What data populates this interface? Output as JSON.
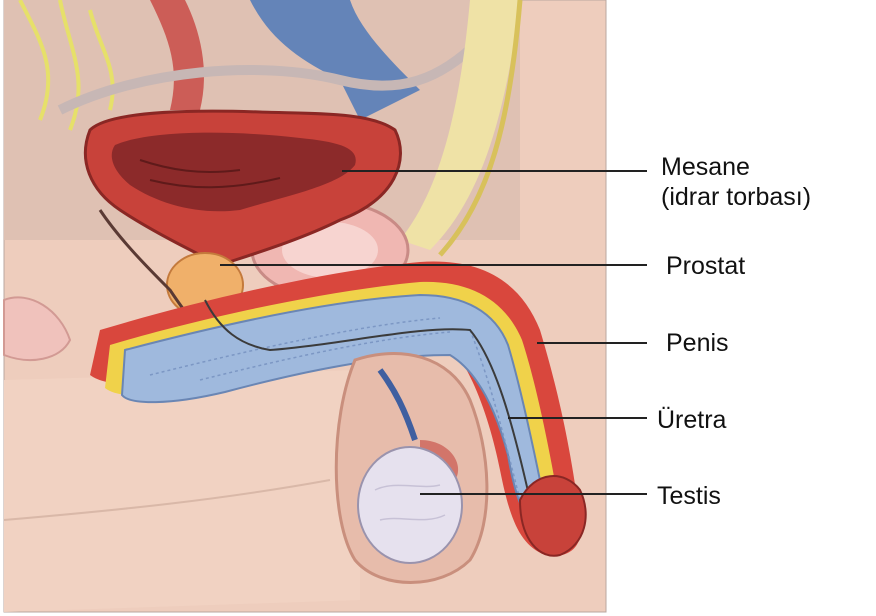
{
  "labels": {
    "mesane_line1": "Mesane",
    "mesane_line2": "(idrar torbası)",
    "prostat": "Prostat",
    "penis": "Penis",
    "uretra": "Üretra",
    "testis": "Testis"
  },
  "colors": {
    "background": "#ffffff",
    "skin": "#f1d2c2",
    "muscle_red": "#c8423a",
    "bladder_inner": "#8c2a2a",
    "erectile_blue": "#9fb9dd",
    "fat_yellow": "#f0d24a",
    "testis_white": "#e6e1ee",
    "leader_line": "#222222"
  }
}
